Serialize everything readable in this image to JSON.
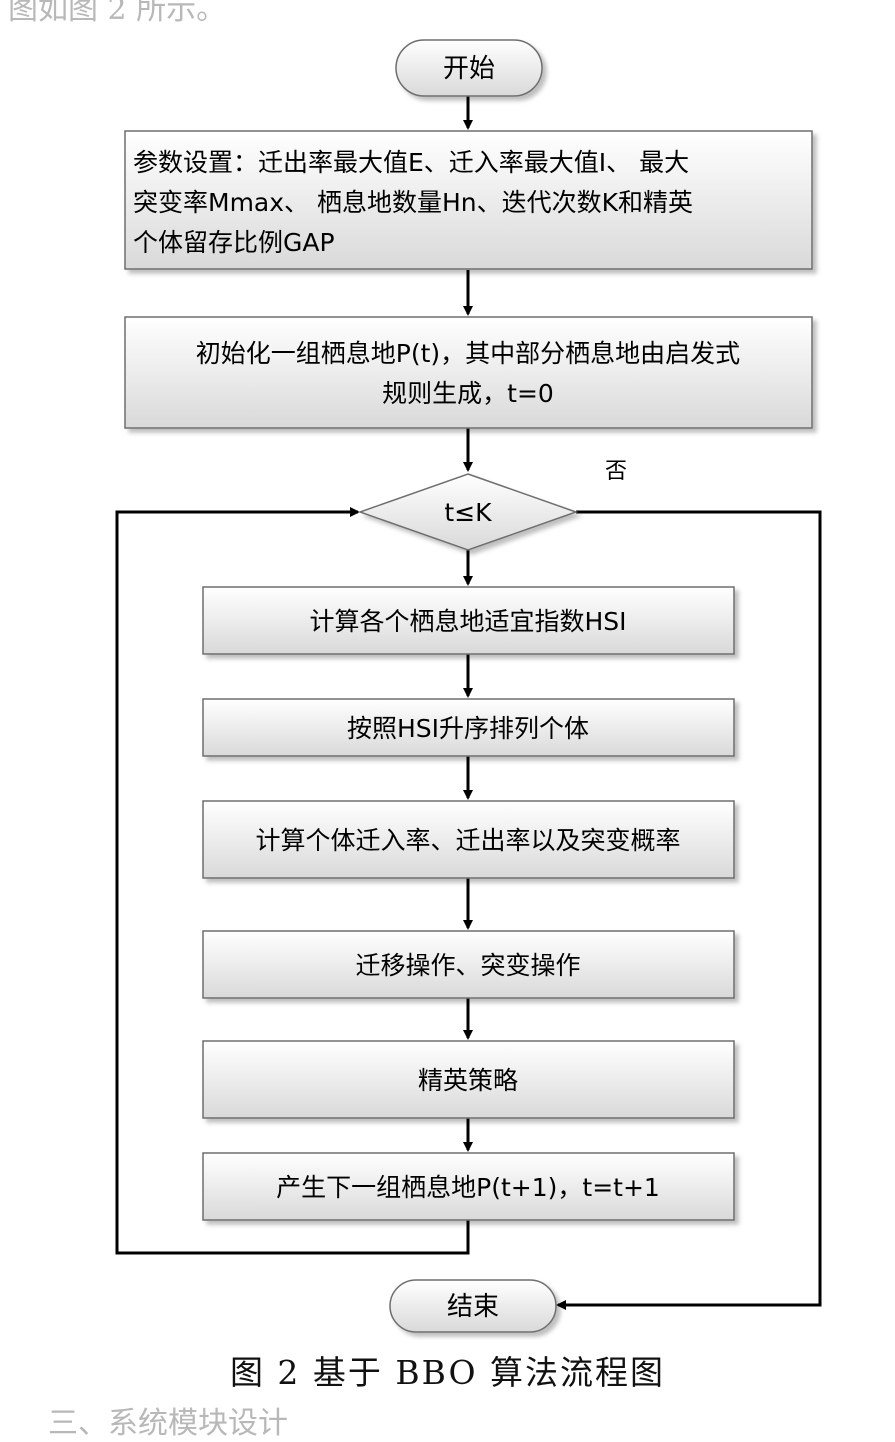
{
  "fragment_top": "图如图 2 所示。",
  "fragment_bottom": "三、系统模块设计",
  "nodes": {
    "start": "开始",
    "params_1": "参数设置：迁出率最大值E、迁入率最大值I、 最大",
    "params_2": "突变率Mmax、 栖息地数量Hn、迭代次数K和精英",
    "params_3": "个体留存比例GAP",
    "init_1": "初始化一组栖息地P(t)，其中部分栖息地由启发式",
    "init_2": "规则生成，t=0",
    "condition": "t≤K",
    "no_label": "否",
    "hsi": "计算各个栖息地适宜指数HSI",
    "sort": "按照HSI升序排列个体",
    "rates": "计算个体迁入率、迁出率以及突变概率",
    "ops": "迁移操作、突变操作",
    "elite": "精英策略",
    "next": "产生下一组栖息地P(t+1)，t=t+1",
    "end": "结束"
  },
  "caption": "图 2 基于 BBO 算法流程图",
  "colors": {
    "box_top": "#ffffff",
    "box_bottom": "#d9d9d9",
    "border": "#6e6e6e",
    "line": "#000000"
  }
}
